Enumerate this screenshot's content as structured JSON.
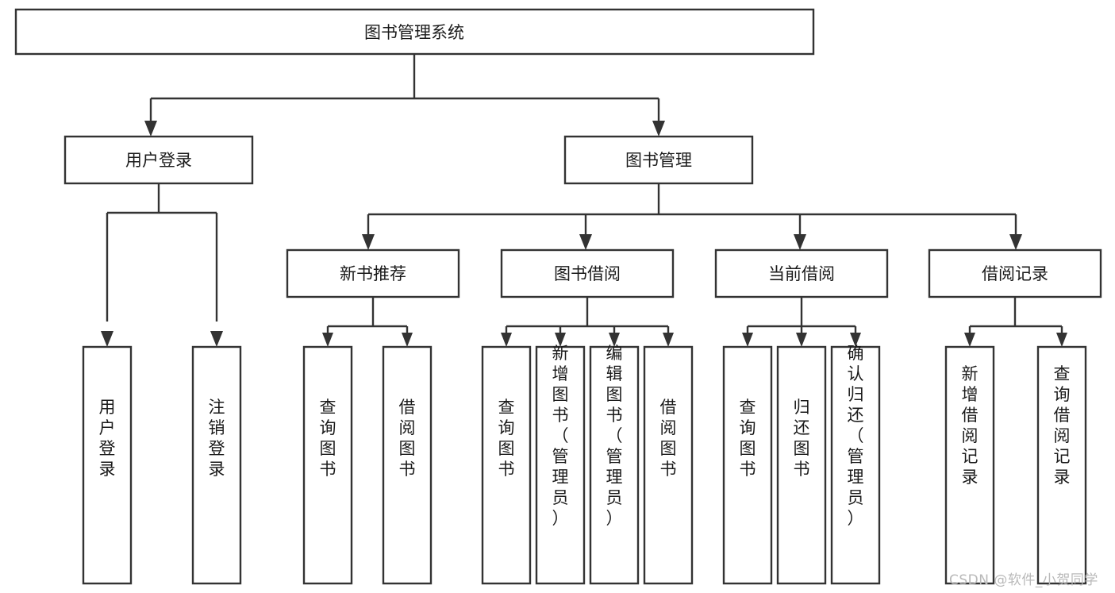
{
  "diagram": {
    "title_node": {
      "label": "图书管理系统"
    },
    "level2": [
      {
        "id": "user-login",
        "label": "用户登录"
      },
      {
        "id": "book-manage",
        "label": "图书管理"
      }
    ],
    "level3": [
      {
        "id": "new-book-recommend",
        "label": "新书推荐"
      },
      {
        "id": "book-borrow",
        "label": "图书借阅"
      },
      {
        "id": "current-borrow",
        "label": "当前借阅"
      },
      {
        "id": "borrow-record",
        "label": "借阅记录"
      }
    ],
    "leaves": {
      "user_login": [
        {
          "id": "leaf-user-login",
          "label": "用户登录"
        },
        {
          "id": "leaf-logout-login",
          "label": "注销登录"
        }
      ],
      "new_book_recommend": [
        {
          "id": "leaf-query-book-1",
          "label": "查询图书"
        },
        {
          "id": "leaf-borrow-book-1",
          "label": "借阅图书"
        }
      ],
      "book_borrow": [
        {
          "id": "leaf-query-book-2",
          "label": "查询图书"
        },
        {
          "id": "leaf-add-book",
          "label": "新增图书（管理员）"
        },
        {
          "id": "leaf-edit-book",
          "label": "编辑图书（管理员）"
        },
        {
          "id": "leaf-borrow-book-2",
          "label": "借阅图书"
        }
      ],
      "current_borrow": [
        {
          "id": "leaf-query-book-3",
          "label": "查询图书"
        },
        {
          "id": "leaf-return-book",
          "label": "归还图书"
        },
        {
          "id": "leaf-confirm-return",
          "label": "确认归还（管理员）"
        }
      ],
      "borrow_record": [
        {
          "id": "leaf-add-record",
          "label": "新增借阅记录"
        },
        {
          "id": "leaf-query-record",
          "label": "查询借阅记录"
        }
      ]
    },
    "colors": {
      "stroke": "#333333",
      "fill": "#ffffff",
      "text": "#1a1a1a",
      "watermark": "#b9b9b9"
    }
  },
  "watermark": {
    "text": "CSDN @软件_小贺同学"
  }
}
